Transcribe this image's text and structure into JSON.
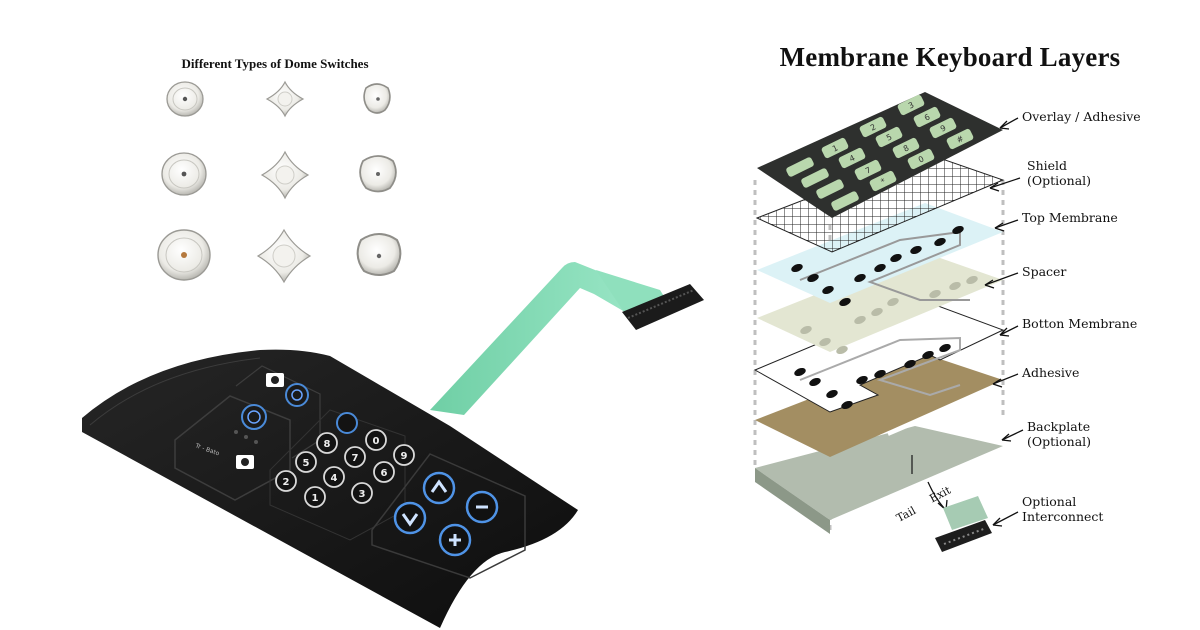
{
  "dome_section": {
    "title": "Different Types of Dome Switches",
    "dome_types": [
      "round-dome",
      "four-leg-dome",
      "triangle-dome"
    ],
    "sizes": [
      "small",
      "medium",
      "large"
    ]
  },
  "keypad": {
    "number_keys": [
      "0",
      "9",
      "8",
      "7",
      "6",
      "5",
      "4",
      "3",
      "2",
      "1"
    ],
    "function_keys": [
      "up-arrow",
      "minus",
      "down-arrow",
      "plus"
    ],
    "small_print": "Tr - Bato"
  },
  "diagram": {
    "title": "Membrane Keyboard Layers",
    "overlay_keys": [
      "1",
      "2",
      "3",
      "4",
      "5",
      "6",
      "7",
      "8",
      "9",
      "*",
      "0",
      "#"
    ],
    "layers": [
      {
        "id": "overlay",
        "label": "Overlay / Adhesive"
      },
      {
        "id": "shield",
        "label": "Shield\n(Optional)"
      },
      {
        "id": "top-membrane",
        "label": "Top Membrane"
      },
      {
        "id": "spacer",
        "label": "Spacer"
      },
      {
        "id": "bottom-membrane",
        "label": "Botton Membrane"
      },
      {
        "id": "adhesive",
        "label": "Adhesive"
      },
      {
        "id": "backplate",
        "label": "Backplate\n(Optional)"
      },
      {
        "id": "interconnect",
        "label": "Optional\nInterconnect"
      }
    ],
    "tail_label": "Tail",
    "exit_label": "Exit",
    "colors": {
      "overlay": "#2e302e",
      "key_green": "#b9d7ad",
      "top_membrane": "#dcf2f6",
      "spacer": "#e3e6d2",
      "adhesive": "#a38e62",
      "backplate": "#a9b8a4",
      "ribbon": "#7fd9b3"
    }
  }
}
